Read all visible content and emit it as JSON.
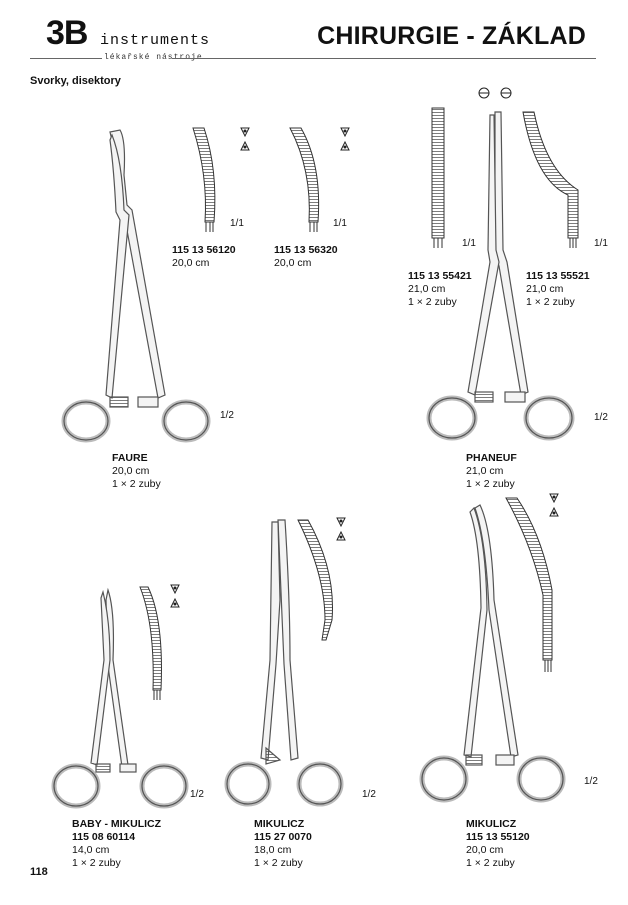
{
  "header": {
    "logo_mark": "3B",
    "logo_word": "instruments",
    "logo_sub": "lékařské nástroje",
    "title": "CHIRURGIE - ZÁKLAD"
  },
  "section_title": "Svorky, disektory",
  "page_number": "118",
  "products": [
    {
      "name": "FAURE",
      "length": "20,0 cm",
      "teeth": "1 × 2 zuby",
      "scale": "1/2"
    },
    {
      "code": "115 13 56120",
      "length": "20,0 cm",
      "scale": "1/1"
    },
    {
      "code": "115 13 56320",
      "length": "20,0 cm",
      "scale": "1/1"
    },
    {
      "name": "PHANEUF",
      "length": "21,0 cm",
      "teeth": "1 × 2 zuby",
      "scale": "1/2"
    },
    {
      "code": "115 13 55421",
      "length": "21,0 cm",
      "teeth": "1 × 2 zuby",
      "scale": "1/1"
    },
    {
      "code": "115 13 55521",
      "length": "21,0 cm",
      "teeth": "1 × 2 zuby",
      "scale": "1/1"
    },
    {
      "name": "BABY - MIKULICZ",
      "code": "115 08 60114",
      "length": "14,0 cm",
      "teeth": "1 × 2 zuby",
      "scale": "1/2"
    },
    {
      "name": "MIKULICZ",
      "code": "115 27 0070",
      "length": "18,0 cm",
      "teeth": "1 × 2 zuby",
      "scale": "1/2"
    },
    {
      "name": "MIKULICZ",
      "code": "115 13 55120",
      "length": "20,0 cm",
      "teeth": "1 × 2 zuby",
      "scale": "1/2"
    }
  ]
}
